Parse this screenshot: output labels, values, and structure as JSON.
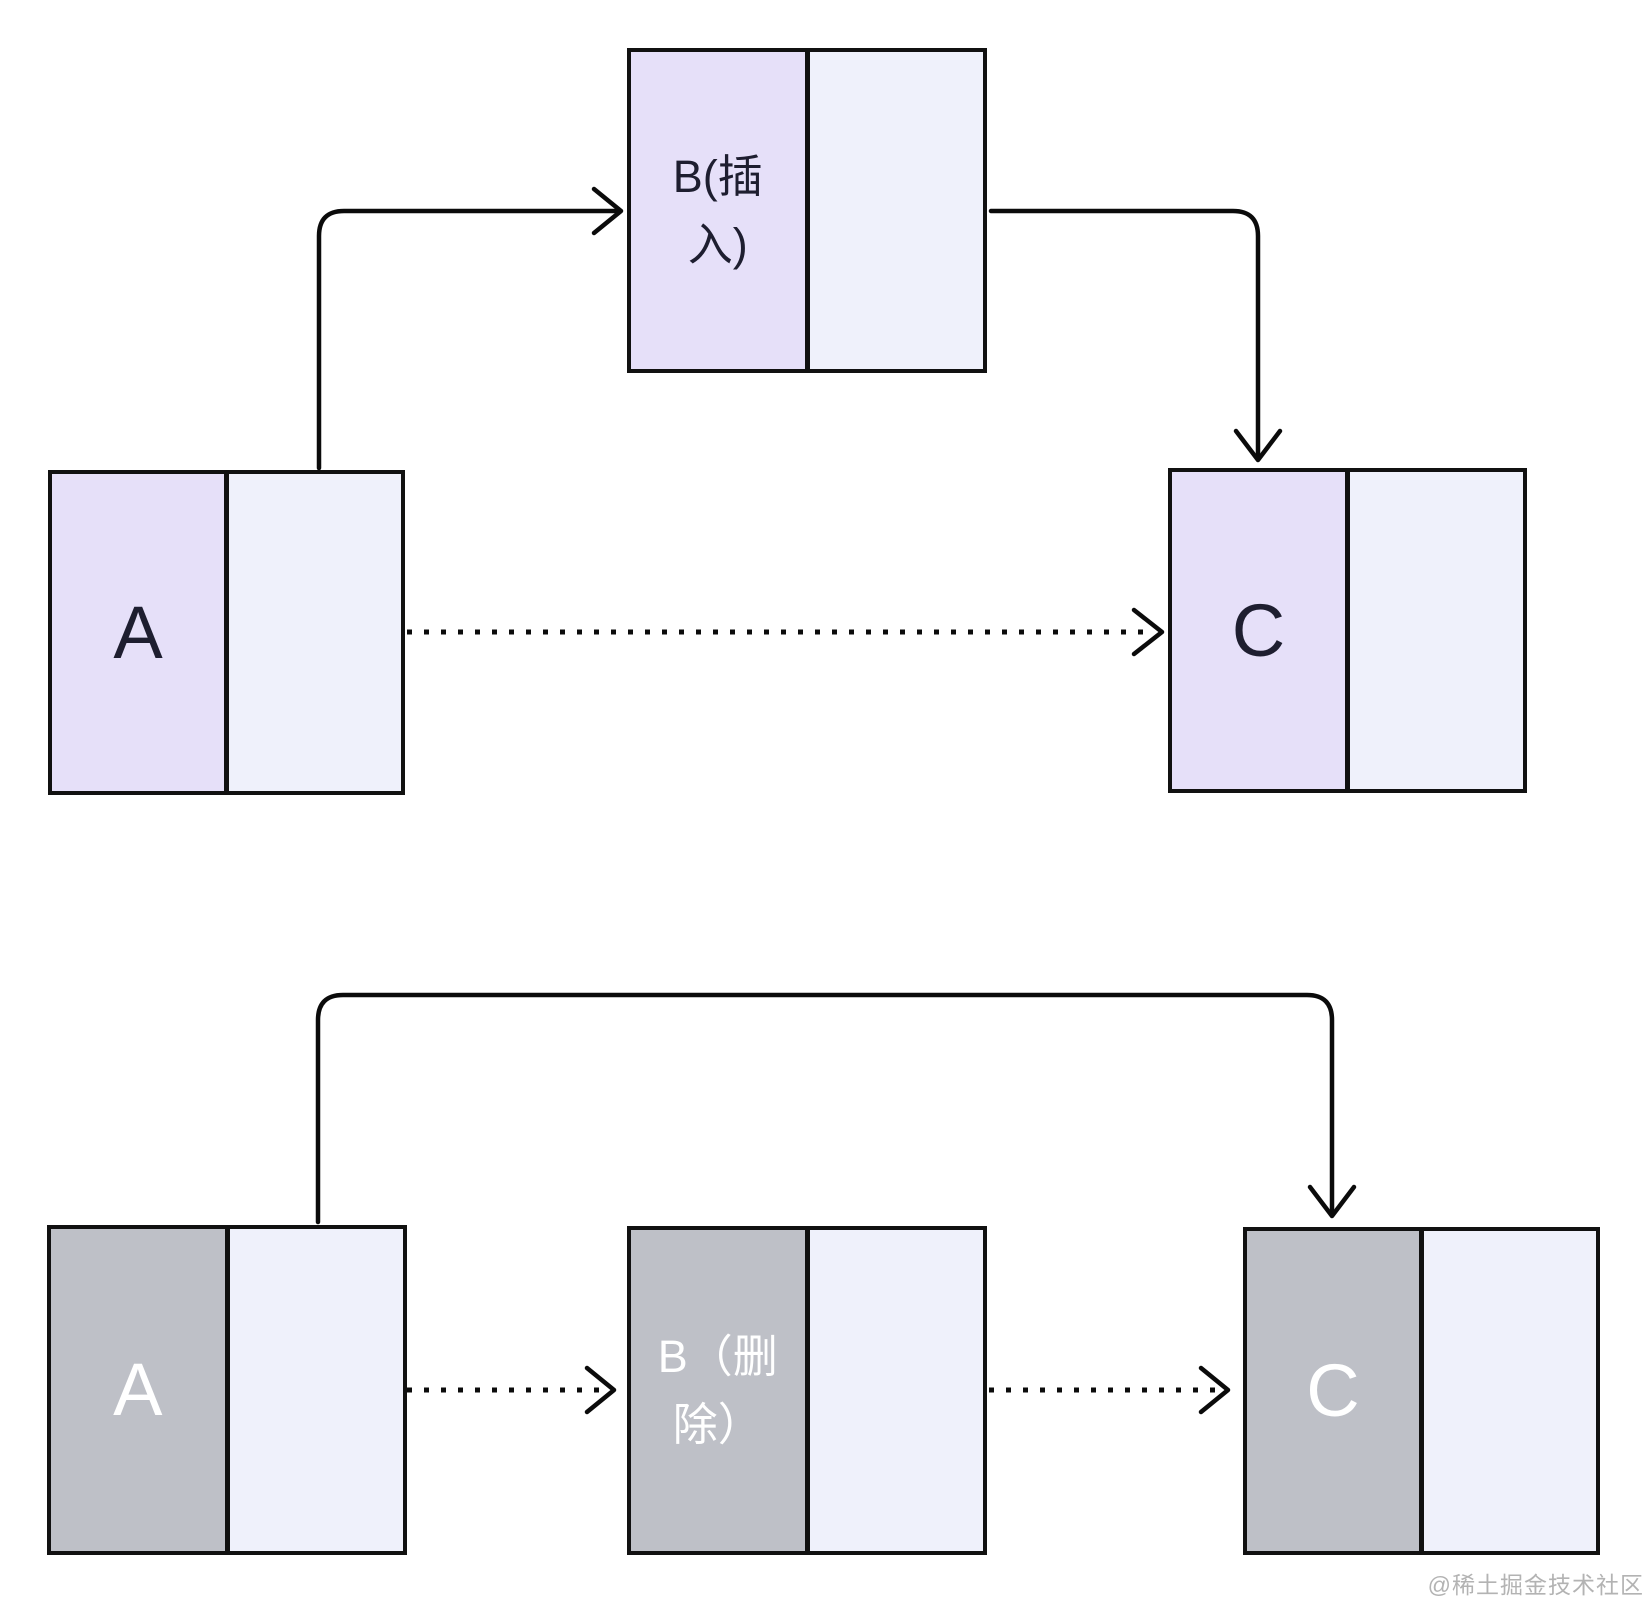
{
  "watermark": {
    "text": "@稀土掘金技术社区",
    "color": "#b3b3b3"
  },
  "colors": {
    "node_border": "#111111",
    "arrow": "#0b0b0b",
    "insert_diagram_data_cell_fill": "#e6e0f9",
    "pointer_cell_fill": "#eff1fb",
    "delete_diagram_data_cell_fill": "#bec0c7",
    "insert_diagram_label_text": "#1e1e30",
    "delete_diagram_label_text": "#ffffff"
  },
  "top_diagram": {
    "node_a": {
      "label": "A"
    },
    "node_b": {
      "label": "B(插入)",
      "lines": [
        "B(插",
        "入)"
      ]
    },
    "node_c": {
      "label": "C"
    }
  },
  "bottom_diagram": {
    "node_a": {
      "label": "A"
    },
    "node_b": {
      "label": "B（删除）",
      "lines": [
        "B（删",
        "除）"
      ]
    },
    "node_c": {
      "label": "C"
    }
  }
}
